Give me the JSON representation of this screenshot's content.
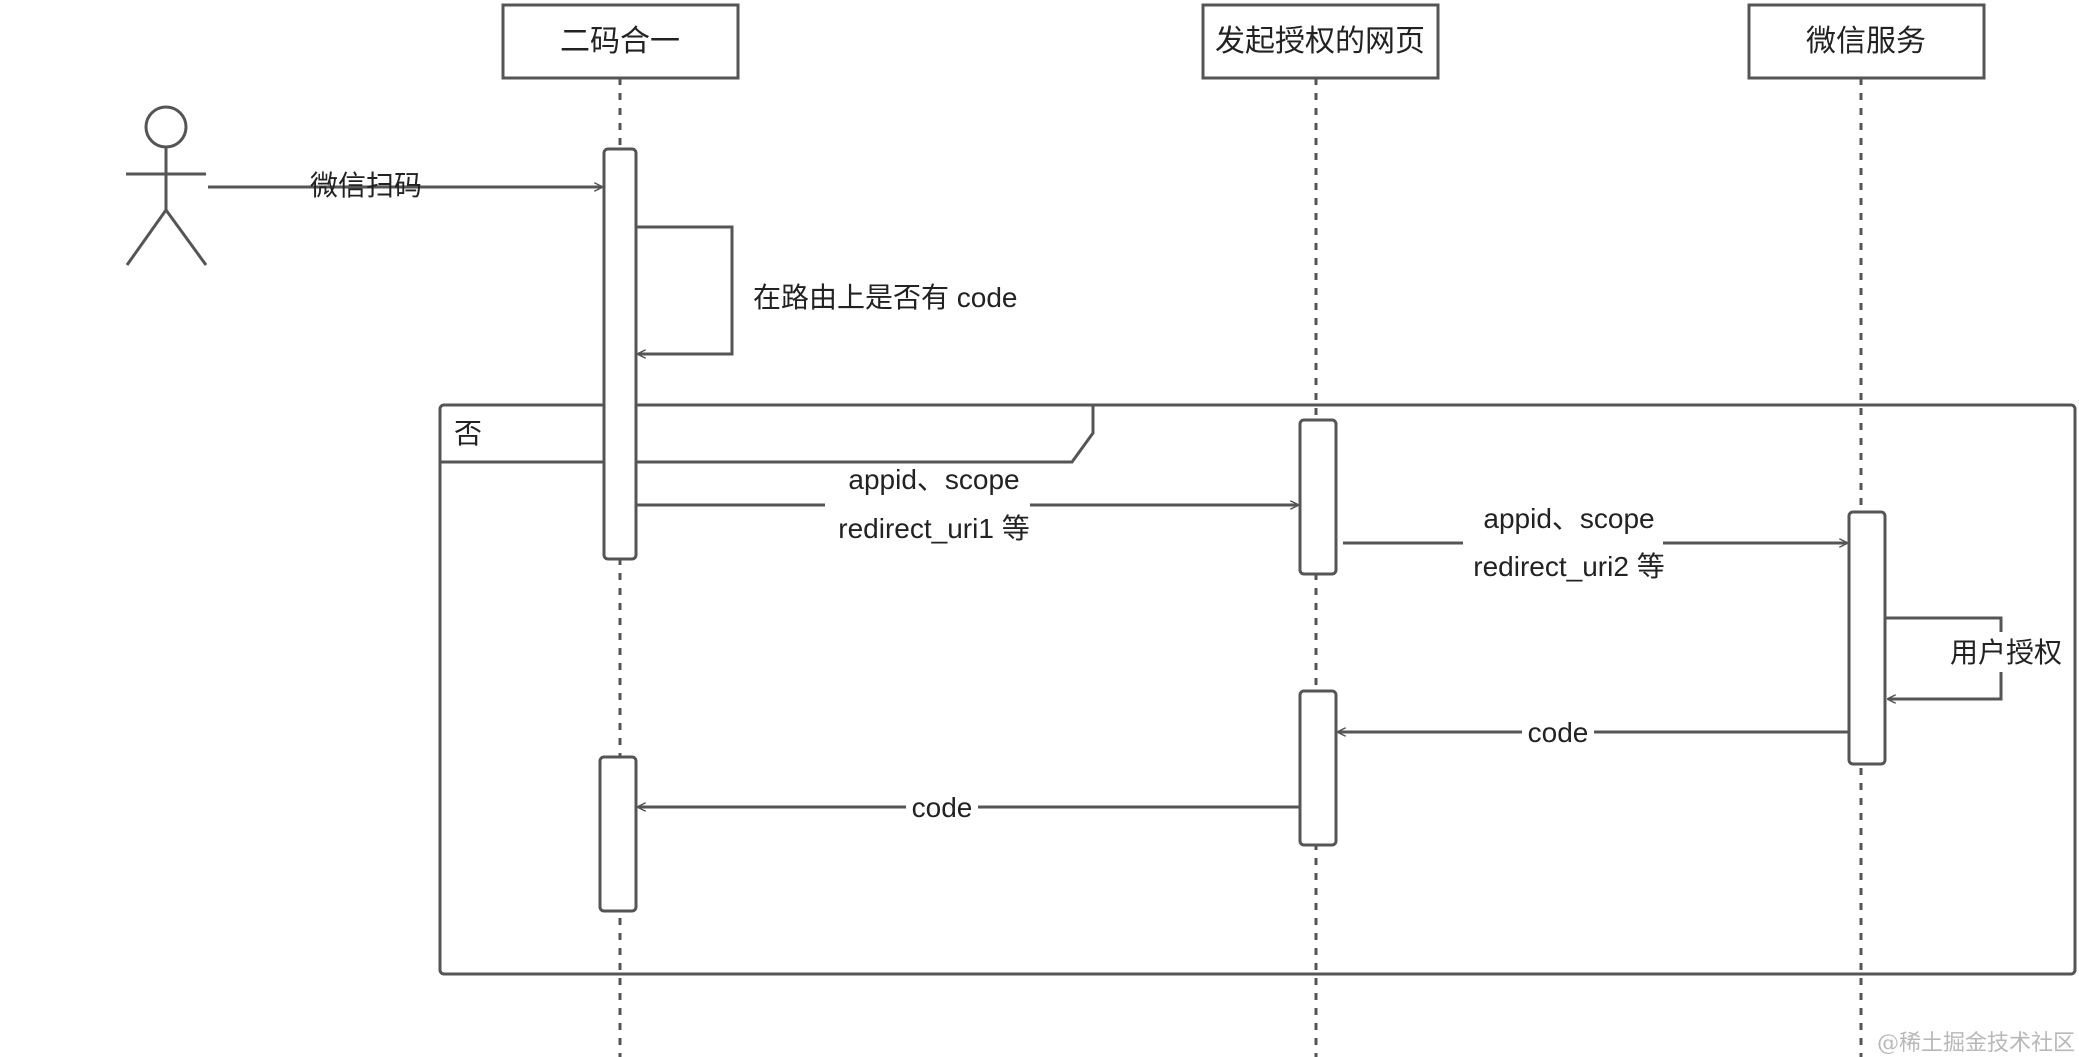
{
  "participants": {
    "p1": "二码合一",
    "p2": "发起授权的网页",
    "p3": "微信服务"
  },
  "messages": {
    "scan": "微信扫码",
    "check_code": "在路由上是否有 code",
    "req1_line1": "appid、scope",
    "req1_line2": "redirect_uri1 等",
    "req2_line1": "appid、scope",
    "req2_line2": "redirect_uri2 等",
    "user_auth": "用户授权",
    "code_return1": "code",
    "code_return2": "code"
  },
  "fragment": {
    "label": "否"
  },
  "watermark": "@稀土掘金技术社区",
  "colors": {
    "stroke": "#555555",
    "text": "#222222",
    "background": "#ffffff"
  }
}
